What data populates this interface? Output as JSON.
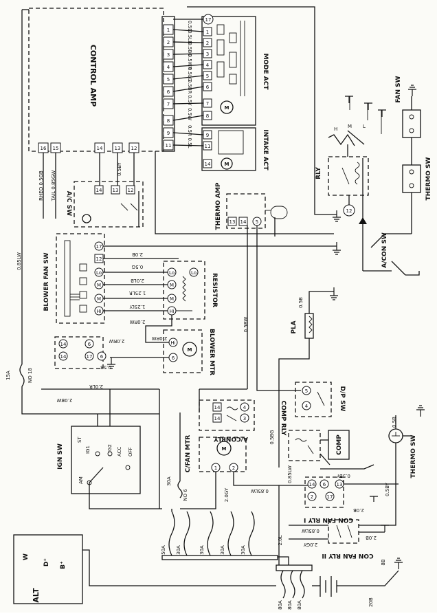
{
  "components": {
    "control_amp": "CONTROL AMP",
    "mode_act": "MODE ACT",
    "intake_act": "INTAKE ACT",
    "thermo_amp": "THERMO AMP",
    "ac_sw": "A/C SW",
    "blower_fan_sw": "BLOWER FAN SW",
    "resistor": "RESISTOR",
    "blower_mtr": "BLOWER MTR",
    "rly": "RLY",
    "fan_sw": "FAN SW",
    "thermo_sw_top": "THERMO SW",
    "acon_sw": "A/CON SW",
    "pla": "PLA",
    "dp_sw": "D/P SW",
    "comp_rly": "COMP RLY",
    "comp": "COMP",
    "aconrly": "A/CONRLY",
    "cfan_mtr": "C/FAN MTR",
    "ign_sw": "IGN SW",
    "con_fan_rly_1": "CON FAN RLY I",
    "con_fan_rly_2": "CON FAN RLY II",
    "thermo_sw_bottom": "THERMO SW",
    "alt": "ALT"
  },
  "terminals": {
    "w": "W",
    "d_plus": "D⁺",
    "b_plus": "B⁺",
    "am": "AM",
    "st": "ST",
    "ig1": "IG1",
    "ig2": "IG2",
    "acc": "ACC",
    "off": "OFF",
    "h": "H",
    "m": "M",
    "l": "L"
  },
  "wires": {
    "rheo": "RHEO 0.5GB",
    "tail": "TAIL 0.85GW",
    "w_085lw": "0.85LW",
    "mode": [
      "0.5B",
      "0.5LB",
      "0.5BG",
      "0.5WR",
      "0.5LG",
      "0.5BR",
      "0.5Y",
      "0.5W",
      "0.5R",
      "0.5L"
    ],
    "w_058y": "0.5BY",
    "w_20b": "2.0B",
    "w_05g": "0.5G",
    "w_20lb": "2.0LB",
    "w_125lr": "1.25LR",
    "w_125ly": "1.25LY",
    "w_20rw": "2.0RW",
    "w_20rw2": "2.0RW",
    "w_05b": "0.5B",
    "w_20lr": "2.0LR",
    "w_20bw": "2.0BW",
    "w_05bw": "0.5BW",
    "w_05b_pla": "0.5B",
    "w_05bg": "0.5BG",
    "w_085lw_comp": "0.85LW",
    "w_05by_comp": "0.5BY",
    "w_085lw_fan": "0.85LW",
    "w_20gy": "2.0GY",
    "w_20gy_rly": "2.0GY",
    "w_085lw_rly": "0.85LW",
    "w_20b_rly1": "2.0B",
    "w_20b_rly2": "2.0B",
    "w_05by_th": "0.5BY",
    "w_05b_th": "0.5B",
    "w_20l": "2.0L",
    "w_8b": "8B",
    "w_20b_bat": "20B"
  },
  "fuses": {
    "f15a": "15A",
    "no18": "NO 18",
    "f30a_no6": "30A",
    "no6": "NO 6",
    "box": [
      "50A",
      "30A",
      "30A",
      "30A",
      "30A"
    ],
    "main": [
      "80A",
      "80A",
      "80A"
    ]
  }
}
